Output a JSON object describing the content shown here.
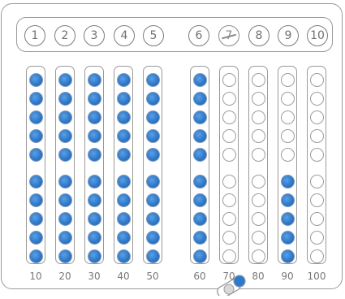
{
  "number_buttons": [
    "1",
    "2",
    "3",
    "4",
    "5",
    "6",
    "7",
    "8",
    "9",
    "10"
  ],
  "rods": [
    {
      "label": "10",
      "filled": 10,
      "total": 10
    },
    {
      "label": "20",
      "filled": 10,
      "total": 10
    },
    {
      "label": "30",
      "filled": 10,
      "total": 10
    },
    {
      "label": "40",
      "filled": 10,
      "total": 10
    },
    {
      "label": "50",
      "filled": 10,
      "total": 10
    },
    {
      "label": "60",
      "filled": 10,
      "total": 10
    },
    {
      "label": "70",
      "filled": 0,
      "total": 10
    },
    {
      "label": "80",
      "filled": 0,
      "total": 10
    },
    {
      "label": "90",
      "filled": 5,
      "total": 10
    },
    {
      "label": "100",
      "filled": 0,
      "total": 10
    }
  ],
  "colors": {
    "bead_fill": "#2f79c9",
    "outline": "#9a9a9a"
  },
  "icons": {
    "drag": "bead-drag-icon"
  }
}
